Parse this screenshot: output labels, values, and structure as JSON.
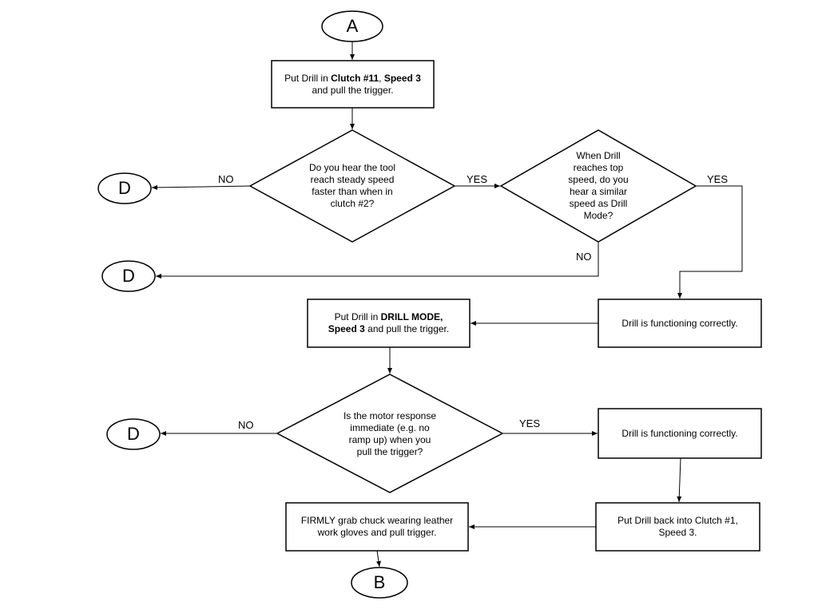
{
  "terminals": {
    "start": "A",
    "off1": "D",
    "off2": "D",
    "off3": "D",
    "end": "B"
  },
  "nodes": {
    "box1": {
      "pre": "Put Drill in ",
      "b1": "Clutch #11",
      "mid": ", ",
      "b2": "Speed 3",
      "post": "and pull the trigger."
    },
    "diamond1": "Do you hear the tool reach steady speed faster than when in clutch #2?",
    "diamond2": "When Drill reaches top speed, do you hear a similar speed as Drill Mode?",
    "box_ok1": "Drill is functioning correctly.",
    "box2": {
      "pre": "Put Drill in ",
      "b1": "DRILL MODE,",
      "b2": "Speed 3",
      "post": " and pull the trigger."
    },
    "diamond3": "Is the motor response immediate (e.g. no ramp up) when you pull the trigger?",
    "box_ok2": "Drill is functioning correctly.",
    "box_clutch1": "Put Drill  back into Clutch #1, Speed 3.",
    "box_firm": "FIRMLY grab chuck wearing leather work gloves and pull trigger."
  },
  "edge_labels": {
    "d1_no": "NO",
    "d1_yes": "YES",
    "d2_yes": "YES",
    "d2_no": "NO",
    "d3_no": "NO",
    "d3_yes": "YES"
  }
}
